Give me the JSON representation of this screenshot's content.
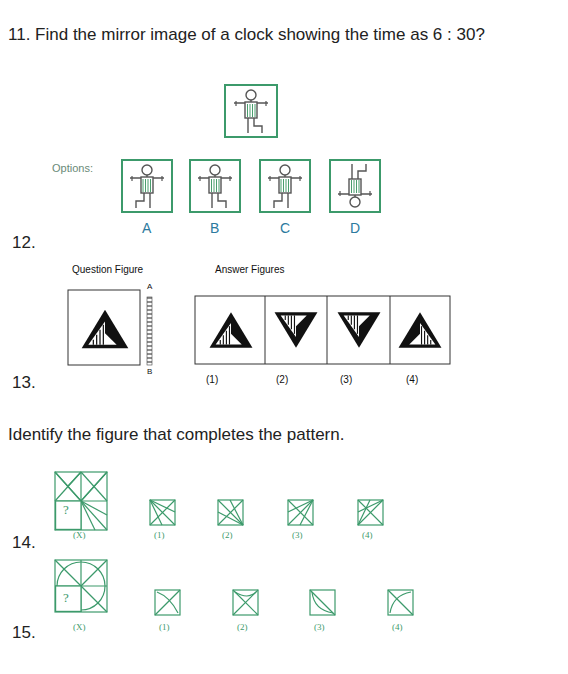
{
  "diagram": {
    "labels": [
      "11. Find the mirror image of a clock showing the time as 6 : 30?",
      "Options:",
      "A",
      "B",
      "C",
      "D",
      "12.",
      "Question Figure",
      "Answer Figures",
      "A",
      "B",
      "(1)",
      "(2)",
      "(3)",
      "(4)",
      "13.",
      "Identify the figure that completes the pattern.",
      "?",
      "(X)",
      "(1)",
      "(2)",
      "(3)",
      "(4)",
      "14.",
      "?",
      "(X)",
      "(1)",
      "(2)",
      "(3)",
      "(4)",
      "15."
    ]
  }
}
